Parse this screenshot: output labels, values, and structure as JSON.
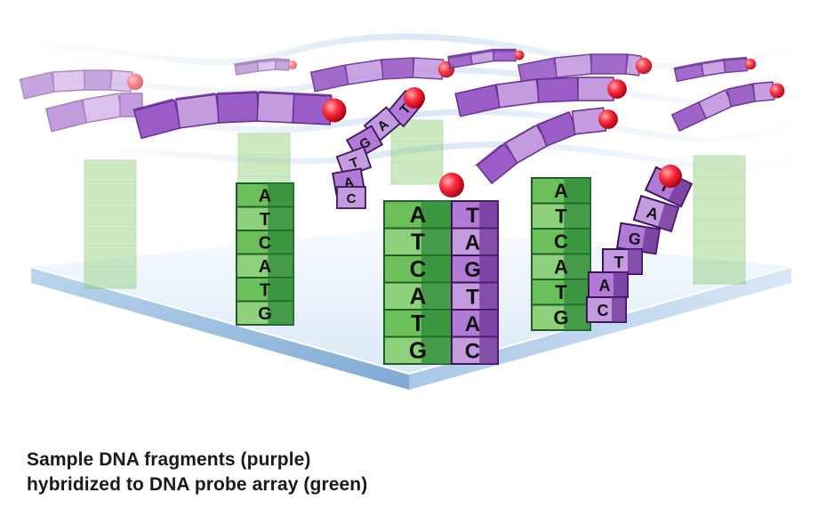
{
  "caption": {
    "line1": "Sample DNA fragments (purple)",
    "line2": "hybridized to DNA probe array (green)"
  },
  "probe_columns": [
    {
      "name": "probe-column-left",
      "bases": [
        "A",
        "T",
        "C",
        "A",
        "T",
        "G"
      ]
    },
    {
      "name": "probe-column-center",
      "bases": [
        "A",
        "T",
        "C",
        "A",
        "T",
        "G"
      ]
    },
    {
      "name": "probe-column-right",
      "bases": [
        "A",
        "T",
        "C",
        "A",
        "T",
        "G"
      ]
    }
  ],
  "sample_fragments": [
    {
      "name": "fragment-bound-center",
      "bases": [
        "T",
        "A",
        "G",
        "T",
        "A",
        "C"
      ]
    },
    {
      "name": "fragment-bending-right",
      "bases": [
        "T",
        "A",
        "G",
        "T",
        "A",
        "C"
      ]
    },
    {
      "name": "fragment-floating-curved",
      "bases": [
        "T",
        "A",
        "G",
        "T",
        "A",
        "C"
      ]
    }
  ],
  "colors": {
    "probe_light": "#8fd07a",
    "probe_dark": "#2c8a3a",
    "fragment_light": "#c59be0",
    "fragment_dark": "#6a2d92",
    "label_tag": "#ff2b3b",
    "chip_surface": "#e9f1fb"
  }
}
